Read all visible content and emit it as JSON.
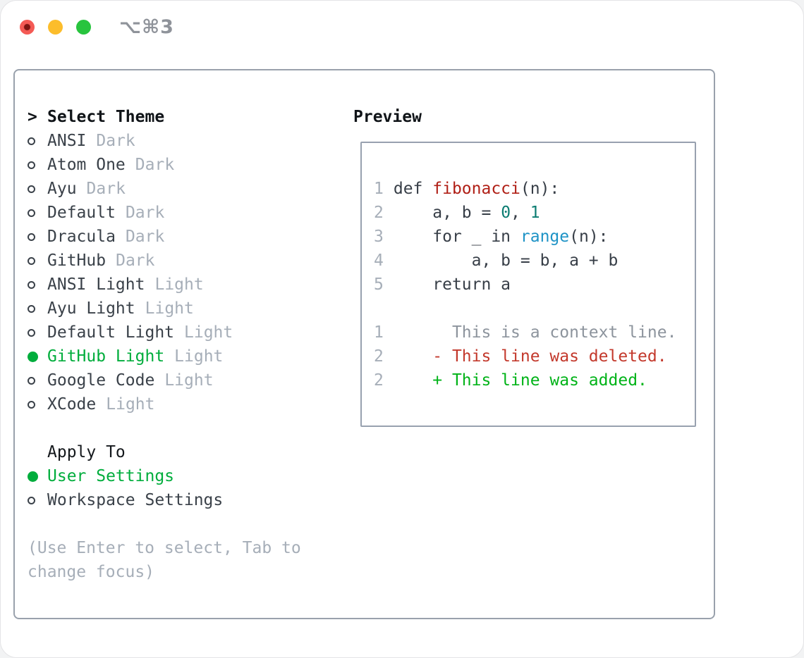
{
  "window": {
    "title": "⌥⌘3",
    "traffic_lights": {
      "close": "#f45a55",
      "minimize": "#fcbd2b",
      "zoom": "#28c43e"
    }
  },
  "select_theme": {
    "prompt": ">",
    "heading": "Select Theme",
    "items": [
      {
        "name": "ANSI",
        "variant": "Dark",
        "selected": false
      },
      {
        "name": "Atom One",
        "variant": "Dark",
        "selected": false
      },
      {
        "name": "Ayu",
        "variant": "Dark",
        "selected": false
      },
      {
        "name": "Default",
        "variant": "Dark",
        "selected": false
      },
      {
        "name": "Dracula",
        "variant": "Dark",
        "selected": false
      },
      {
        "name": "GitHub",
        "variant": "Dark",
        "selected": false
      },
      {
        "name": "ANSI Light",
        "variant": "Light",
        "selected": false
      },
      {
        "name": "Ayu Light",
        "variant": "Light",
        "selected": false
      },
      {
        "name": "Default Light",
        "variant": "Light",
        "selected": false
      },
      {
        "name": "GitHub Light",
        "variant": "Light",
        "selected": true
      },
      {
        "name": "Google Code",
        "variant": "Light",
        "selected": false
      },
      {
        "name": "XCode",
        "variant": "Light",
        "selected": false
      }
    ]
  },
  "apply_to": {
    "heading": "Apply To",
    "items": [
      {
        "name": "User Settings",
        "selected": true
      },
      {
        "name": "Workspace Settings",
        "selected": false
      }
    ]
  },
  "hint": {
    "line1": "(Use Enter to select, Tab to",
    "line2": "change focus)"
  },
  "preview": {
    "heading": "Preview",
    "code": {
      "l1": {
        "num": "1",
        "kw": "def ",
        "func": "fibonacci",
        "rest": "(n):"
      },
      "l2": {
        "num": "2",
        "pre": "    a, b = ",
        "num1": "0",
        "sep": ", ",
        "num2": "1"
      },
      "l3": {
        "num": "3",
        "pre": "    for _ in ",
        "builtin": "range",
        "rest": "(n):"
      },
      "l4": {
        "num": "4",
        "text": "        a, b = b, a + b"
      },
      "l5": {
        "num": "5",
        "text": "    return a"
      },
      "context": {
        "num": "1",
        "text": "      This is a context line."
      },
      "deleted": {
        "num": "2",
        "text": "    - This line was deleted."
      },
      "added": {
        "num": "2",
        "text": "    + This line was added."
      }
    }
  },
  "colors": {
    "selection_green": "#00ad3c",
    "added_green": "#00b318",
    "deleted_red": "#c3392c",
    "function_red": "#b01f16",
    "builtin_blue": "#1e93c6",
    "number_teal": "#0c7d72",
    "context_gray": "#8d949d",
    "muted_gray": "#a6aeb8",
    "text_dark": "#373e47",
    "border_gray": "#99a1ac"
  }
}
